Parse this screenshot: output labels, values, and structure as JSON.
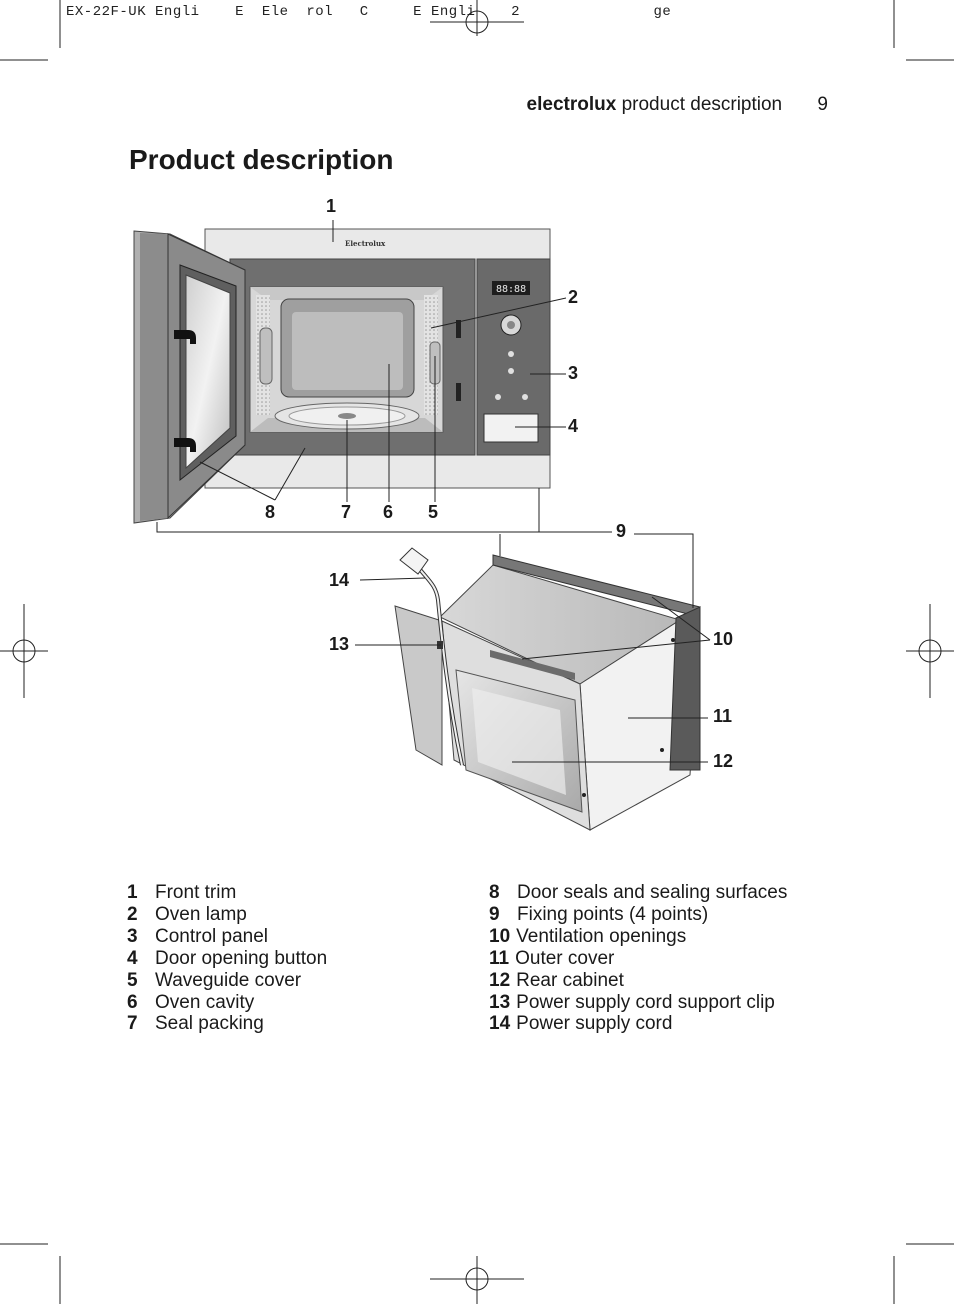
{
  "slug": "EX-22F-UK Engli    E  Ele  rol   C     E Engli    2               ge",
  "running_head": {
    "brand": "electrolux",
    "section": "product description",
    "page": "9"
  },
  "title": "Product description",
  "brand_plate": "Electrolux",
  "display_readout": "88:88",
  "callouts": [
    "1",
    "2",
    "3",
    "4",
    "5",
    "6",
    "7",
    "8",
    "9",
    "10",
    "11",
    "12",
    "13",
    "14"
  ],
  "legend": [
    {
      "n": "1",
      "label": "Front trim"
    },
    {
      "n": "2",
      "label": "Oven lamp"
    },
    {
      "n": "3",
      "label": "Control panel"
    },
    {
      "n": "4",
      "label": "Door opening button"
    },
    {
      "n": "5",
      "label": "Waveguide cover"
    },
    {
      "n": "6",
      "label": "Oven cavity"
    },
    {
      "n": "7",
      "label": "Seal packing"
    },
    {
      "n": "8",
      "label": "Door seals and sealing surfaces"
    },
    {
      "n": "9",
      "label": "Fixing points (4 points)"
    },
    {
      "n": "10",
      "label": "Ventilation openings"
    },
    {
      "n": "11",
      "label": "Outer cover"
    },
    {
      "n": "12",
      "label": "Rear cabinet"
    },
    {
      "n": "13",
      "label": "Power supply cord support clip"
    },
    {
      "n": "14",
      "label": "Power supply cord"
    }
  ]
}
